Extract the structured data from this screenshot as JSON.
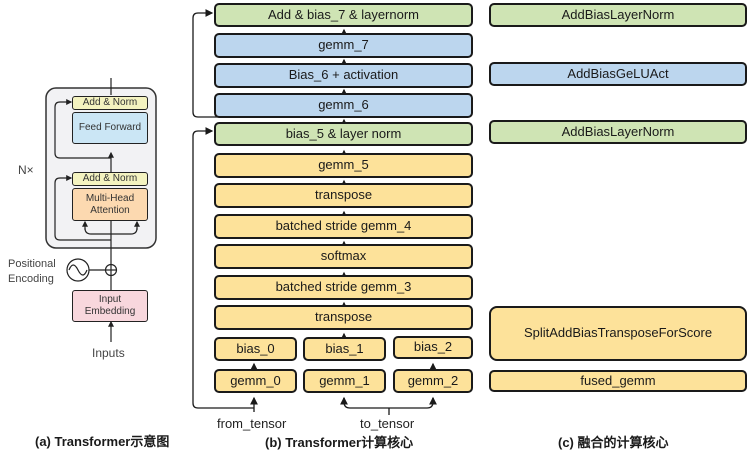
{
  "panel_a": {
    "caption": "(a) Transformer示意图",
    "nx_label": "N×",
    "add_norm_top": "Add & Norm",
    "feed_forward": "Feed Forward",
    "add_norm_bottom": "Add & Norm",
    "multi_head_attention": "Multi-Head Attention",
    "positional_encoding": "Positional Encoding",
    "input_embedding": "Input Embedding",
    "inputs": "Inputs"
  },
  "panel_b": {
    "caption": "(b) Transformer计算核心",
    "kernels": [
      {
        "label": "Add & bias_7 & layernorm",
        "color": "green"
      },
      {
        "label": "gemm_7",
        "color": "blue"
      },
      {
        "label": "Bias_6 + activation",
        "color": "blue"
      },
      {
        "label": "gemm_6",
        "color": "blue"
      },
      {
        "label": "bias_5 & layer norm",
        "color": "green"
      },
      {
        "label": "gemm_5",
        "color": "yellow"
      },
      {
        "label": "transpose",
        "color": "yellow"
      },
      {
        "label": "batched stride gemm_4",
        "color": "yellow"
      },
      {
        "label": "softmax",
        "color": "yellow"
      },
      {
        "label": "batched stride gemm_3",
        "color": "yellow"
      },
      {
        "label": "transpose",
        "color": "yellow"
      }
    ],
    "bias_row": [
      "bias_0",
      "bias_1",
      "bias_2"
    ],
    "gemm_row": [
      "gemm_0",
      "gemm_1",
      "gemm_2"
    ],
    "from_tensor": "from_tensor",
    "to_tensor": "to_tensor"
  },
  "panel_c": {
    "caption": "(c) 融合的计算核心",
    "fused": [
      {
        "label": "AddBiasLayerNorm",
        "color": "green"
      },
      {
        "label": "AddBiasGeLUAct",
        "color": "blue"
      },
      {
        "label": "AddBiasLayerNorm",
        "color": "green"
      },
      {
        "label": "SplitAddBiasTransposeForScore",
        "color": "yellow"
      },
      {
        "label": "fused_gemm",
        "color": "yellow"
      }
    ]
  },
  "colors": {
    "green": "#cfe4b4",
    "blue": "#bcd6ee",
    "yellow": "#fde29a",
    "stroke": "#1a1a1a"
  }
}
